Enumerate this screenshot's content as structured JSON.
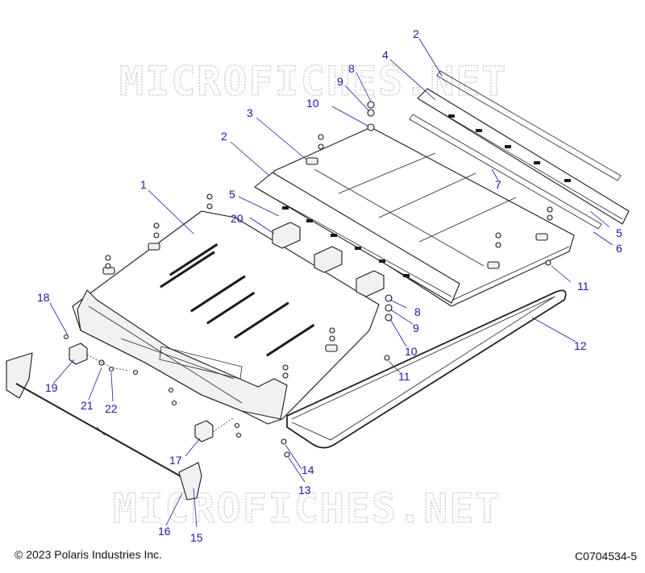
{
  "watermark": {
    "top": "MICROFICHES.NET",
    "bottom": "MICROFICHES.NET"
  },
  "callouts": [
    "1",
    "2",
    "2",
    "3",
    "4",
    "5",
    "5",
    "6",
    "7",
    "8",
    "8",
    "9",
    "9",
    "10",
    "10",
    "11",
    "11",
    "12",
    "13",
    "14",
    "15",
    "16",
    "17",
    "18",
    "19",
    "20",
    "21",
    "22"
  ],
  "footer": {
    "copyright": "© 2023 Polaris Industries Inc.",
    "code": "C0704534-5"
  },
  "colors": {
    "callout": "#1a1aa6",
    "line": "#1a1a1a",
    "watermark": "#c8c8c8"
  }
}
